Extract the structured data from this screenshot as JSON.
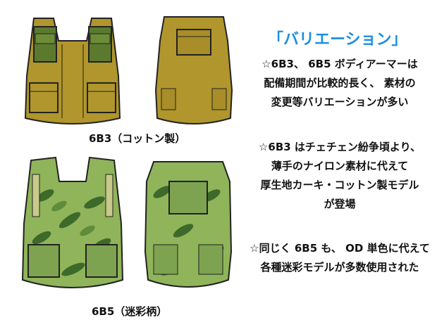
{
  "title": "「バリエーション」",
  "captions": {
    "top": "6B3（コットン製）",
    "bottom": "6B5（迷彩柄）"
  },
  "notes": [
    {
      "lines": [
        "☆6B3、 6B5 ボディアーマーは",
        "配備期間が比較的長く、 素材の",
        "変更等バリエーションが多い"
      ]
    },
    {
      "lines": [
        "☆6B3 はチェチェン紛争頃より、",
        "薄手のナイロン素材に代えて",
        "厚生地カーキ・コットン製モデル",
        "が登場"
      ]
    },
    {
      "lines": [
        "☆同じく 6B5 も、 OD 単色に代えて",
        "各種迷彩モデルが多数使用された"
      ]
    }
  ],
  "colors": {
    "khaki": "#b0962c",
    "olive_pouch": "#5b7a2e",
    "camo_base": "#8fb45a",
    "camo_dark": "#3d6a2a",
    "camo_mid": "#5e8c3a",
    "title_blue": "#1e8ee0"
  }
}
